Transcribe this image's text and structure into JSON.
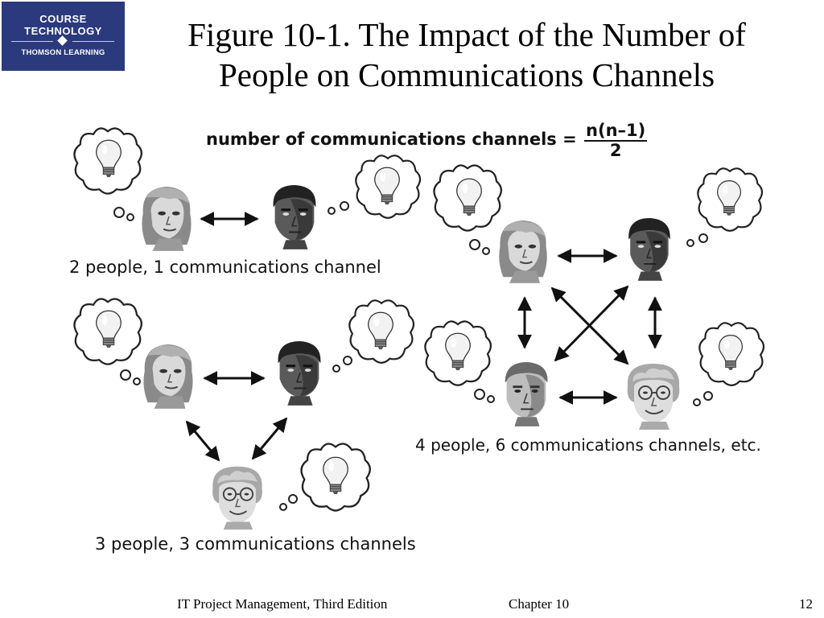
{
  "logo": {
    "line1": "COURSE",
    "line2": "TECHNOLOGY",
    "line3": "THOMSON LEARNING"
  },
  "slide": {
    "title_line1": "Figure 10-1. The Impact of the Number of",
    "title_line2": "People on Communications Channels"
  },
  "figure": {
    "formula_lhs": "number of communications channels =",
    "formula_numerator": "n(n–1)",
    "formula_denominator": "2",
    "label_two": "2 people, 1 communications channel",
    "label_three": "3 people, 3 communications channels",
    "label_four": "4 people, 6 communications channels, etc."
  },
  "footer": {
    "course": "IT Project Management, Third Edition",
    "chapter": "Chapter 10",
    "page": "12"
  }
}
